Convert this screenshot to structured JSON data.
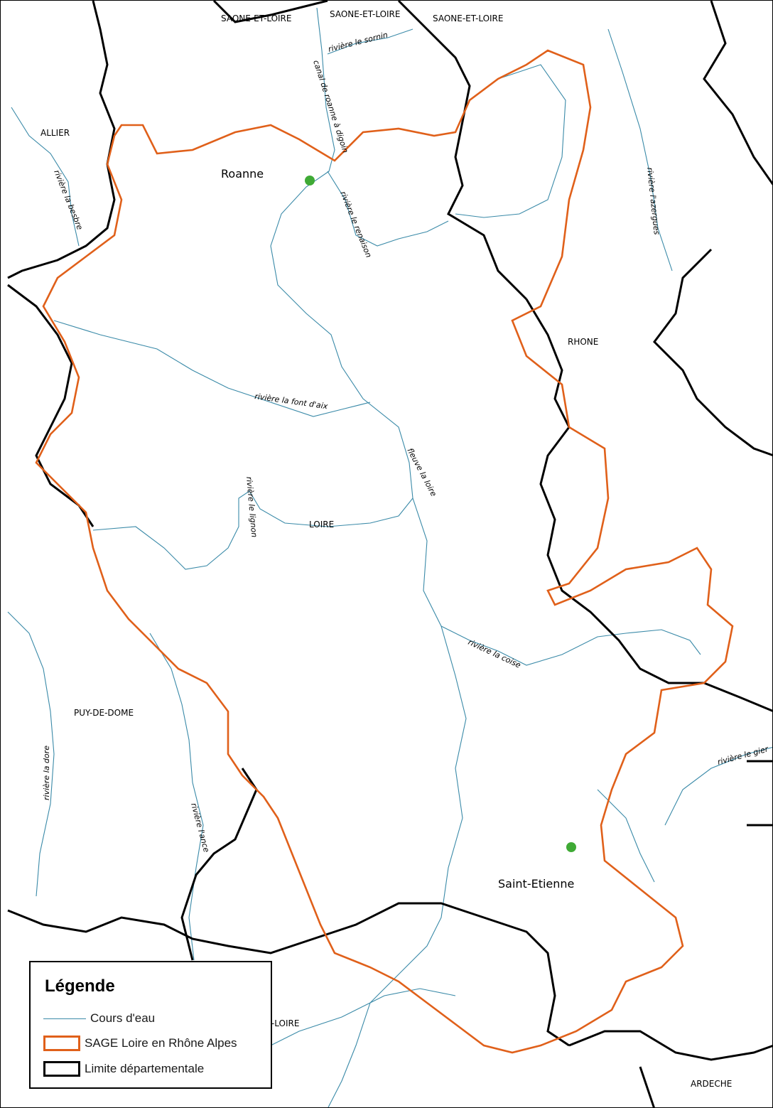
{
  "colors": {
    "river": "#3a8aa8",
    "sage": "#e0601a",
    "dept": "#000000",
    "city": "#3faa35"
  },
  "departments": {
    "saone1": "SAONE-ET-LOIRE",
    "saone2": "SAONE-ET-LOIRE",
    "saone3": "SAONE-ET-LOIRE",
    "allier": "ALLIER",
    "rhone": "RHONE",
    "loire": "LOIRE",
    "puy": "PUY-DE-DOME",
    "hauteloire": "TE-LOIRE",
    "ardeche": "ARDECHE"
  },
  "cities": {
    "roanne": "Roanne",
    "saint_etienne": "Saint-Etienne"
  },
  "rivers": {
    "sornin": "rivière le sornin",
    "canal": "canal de roanne à digoin",
    "besbre": "rivière la besbre",
    "renaison": "rivière le renaison",
    "azergues": "rivière l'azergues",
    "font": "rivière la font d'aix",
    "loire": "fleuve la loire",
    "lignon": "rivière le lignon",
    "coise": "rivière la coise",
    "dore": "rivière la dore",
    "ance": "rivière l'ance",
    "gier": "rivière le gier"
  },
  "legend": {
    "title": "Légende",
    "river": "Cours d'eau",
    "sage": "SAGE Loire en Rhône Alpes",
    "dept": "Limite départementale"
  }
}
